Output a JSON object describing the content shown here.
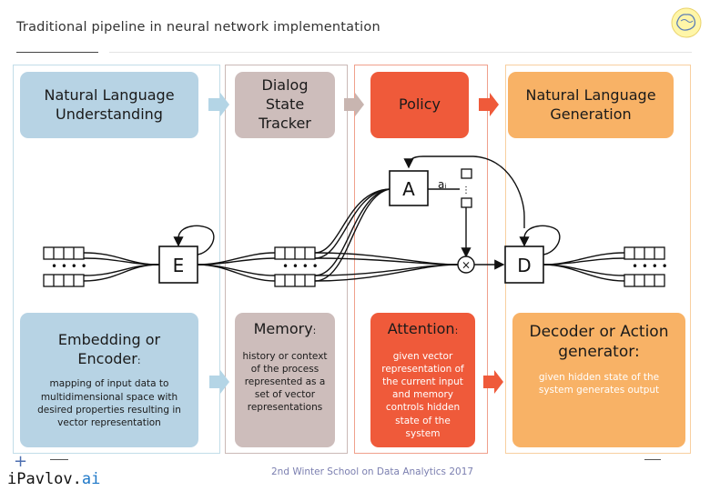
{
  "title": "Traditional pipeline in neural network implementation",
  "columns": [
    {
      "id": "nlu",
      "top_label": "Natural Language Understanding",
      "bottom_heading": "Embedding or Encoder",
      "bottom_suffix": ":",
      "bottom_desc": "mapping of input data to multidimensional space with desired properties resulting in vector representation"
    },
    {
      "id": "dst",
      "top_label": "Dialog State Tracker",
      "bottom_heading": "Memory",
      "bottom_suffix": ":",
      "bottom_desc": "history or context of the process represented as a set of vector representations"
    },
    {
      "id": "policy",
      "top_label": "Policy",
      "bottom_heading": "Attention",
      "bottom_suffix": ":",
      "bottom_desc": "given vector representation of the current input and memory controls hidden state of the system"
    },
    {
      "id": "nlg",
      "top_label": "Natural Language Generation",
      "bottom_heading": "Decoder or Action generator",
      "bottom_suffix": ":",
      "bottom_desc": "given hidden state of the system generates output"
    }
  ],
  "diagram": {
    "encoder_label": "E",
    "attention_label": "A",
    "attention_weight_label": "aᵢ",
    "multiply_label": "×",
    "decoder_label": "D"
  },
  "footer": "2nd Winter School on Data Analytics 2017",
  "brand": {
    "prefix": "iPavlov.",
    "suffix": "ai"
  },
  "colors": {
    "nlu_fill": "#b7d3e4",
    "dst_fill": "#cdbdbb",
    "policy_fill": "#ef5a3a",
    "nlg_fill": "#f8b266",
    "nlu_border": "#c2dde8",
    "dst_border": "#cab9b6",
    "policy_border": "#f0a08c",
    "nlg_border": "#f8cfa0",
    "arrow_blue": "#b4d5e6",
    "arrow_gray": "#c8b5b0",
    "arrow_red": "#ef5a3a"
  }
}
